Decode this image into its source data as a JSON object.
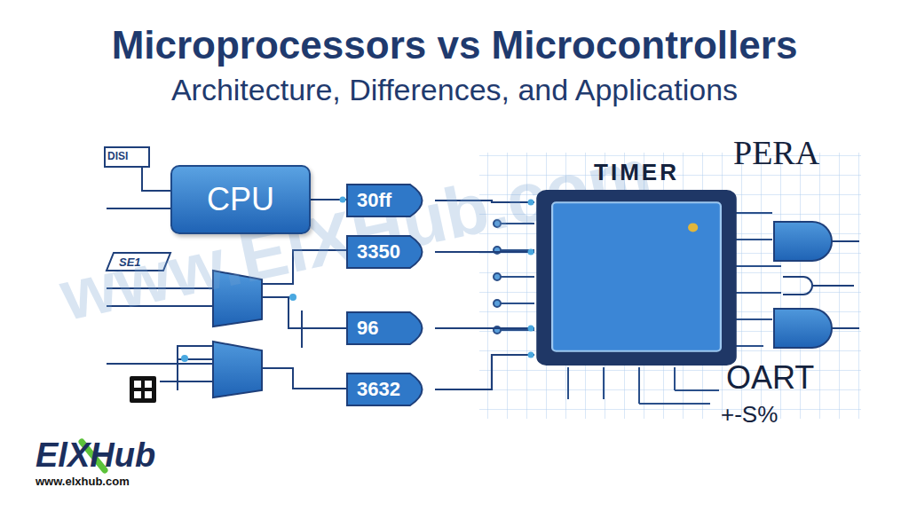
{
  "diagram": {
    "title": "Microprocessors vs Microcontrollers",
    "nodes": [
      {
        "text": [
          "CPU"
        ]
      },
      {
        "text": [
          "30ff"
        ]
      },
      {
        "text": [
          "3350"
        ]
      },
      {
        "text": [
          "96"
        ]
      },
      {
        "text": [
          "3632"
        ]
      },
      {
        "text": [
          "TIMER"
        ]
      }
    ],
    "edges": [
      {
        "from": 0,
        "to": 1,
        "arrow": "none"
      },
      {
        "from": 1,
        "to": 5,
        "arrow": "none"
      },
      {
        "from": 2,
        "to": 5,
        "arrow": "none"
      },
      {
        "from": 3,
        "to": 5,
        "arrow": "none"
      },
      {
        "from": 4,
        "to": 5,
        "arrow": "none"
      }
    ],
    "labels": [
      "Architecture, Differences, and Applications",
      "DISI",
      "SE1",
      "PERA",
      "OART",
      "+-S%",
      "www.ElXHub.com",
      "ElXHub",
      "www.elxhub.com"
    ]
  }
}
